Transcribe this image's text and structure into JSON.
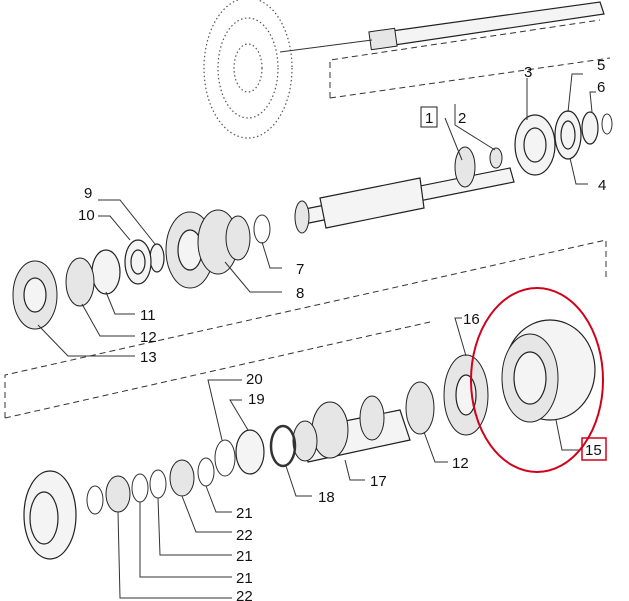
{
  "callouts": [
    {
      "id": "c3",
      "text": "3"
    },
    {
      "id": "c5",
      "text": "5"
    },
    {
      "id": "c6",
      "text": "6"
    },
    {
      "id": "c1",
      "text": "1",
      "boxed": true
    },
    {
      "id": "c2",
      "text": "2"
    },
    {
      "id": "c4",
      "text": "4"
    },
    {
      "id": "c9",
      "text": "9"
    },
    {
      "id": "c10",
      "text": "10"
    },
    {
      "id": "c7",
      "text": "7"
    },
    {
      "id": "c8",
      "text": "8"
    },
    {
      "id": "c11",
      "text": "11"
    },
    {
      "id": "c12a",
      "text": "12"
    },
    {
      "id": "c13",
      "text": "13"
    },
    {
      "id": "c16",
      "text": "16"
    },
    {
      "id": "c20",
      "text": "20"
    },
    {
      "id": "c19",
      "text": "19"
    },
    {
      "id": "c17",
      "text": "17"
    },
    {
      "id": "c18",
      "text": "18"
    },
    {
      "id": "c12b",
      "text": "12"
    },
    {
      "id": "c15",
      "text": "15",
      "boxed": true
    },
    {
      "id": "c21a",
      "text": "21"
    },
    {
      "id": "c22a",
      "text": "22"
    },
    {
      "id": "c21b",
      "text": "21"
    },
    {
      "id": "c21c",
      "text": "21"
    },
    {
      "id": "c22b",
      "text": "22"
    }
  ],
  "highlight": {
    "color": "#d0021b"
  },
  "colors": {
    "line": "#333333",
    "label": "#111111",
    "background": "#ffffff"
  }
}
